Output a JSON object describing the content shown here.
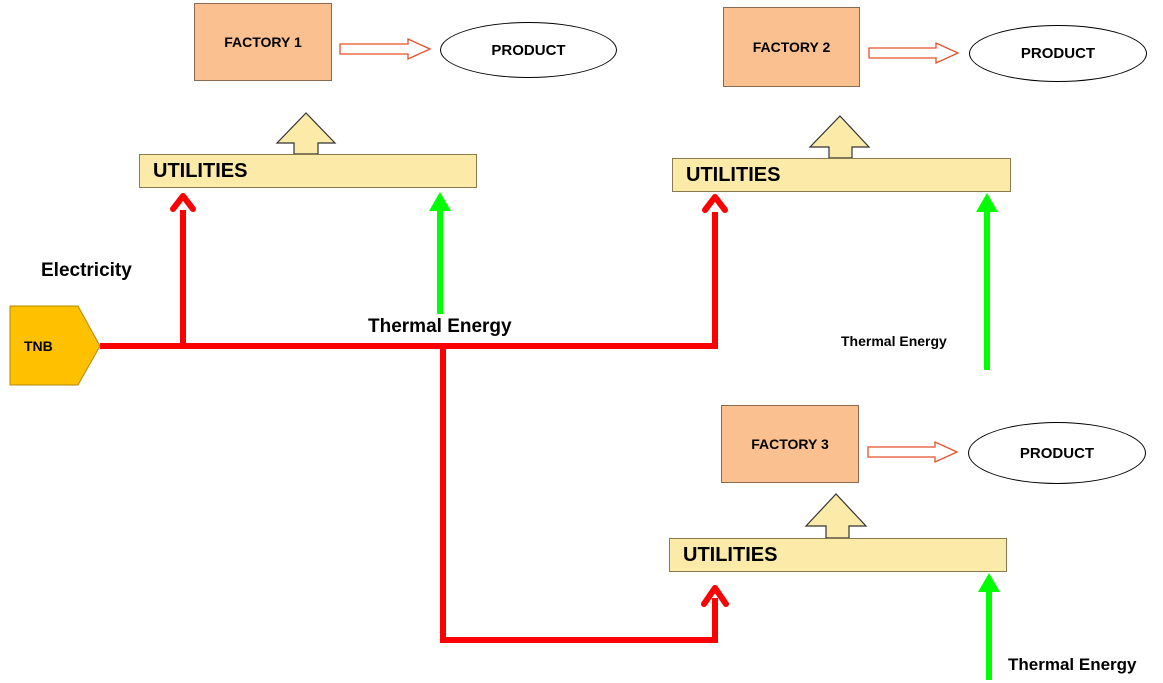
{
  "factories": [
    {
      "label": "FACTORY 1",
      "product": "PRODUCT",
      "utilities": "UTILITIES"
    },
    {
      "label": "FACTORY 2",
      "product": "PRODUCT",
      "utilities": "UTILITIES"
    },
    {
      "label": "FACTORY 3",
      "product": "PRODUCT",
      "utilities": "UTILITIES"
    }
  ],
  "source": {
    "label": "TNB"
  },
  "labels": {
    "electricity": "Electricity",
    "thermal_main": "Thermal Energy",
    "thermal_2": "Thermal Energy",
    "thermal_3": "Thermal Energy"
  },
  "colors": {
    "electricity_line": "#ff0000",
    "thermal_line": "#00ff00",
    "factory_fill": "#fac090",
    "utilities_fill": "#fceaa8",
    "source_fill": "#ffc000",
    "product_arrow": "#e8502a"
  }
}
